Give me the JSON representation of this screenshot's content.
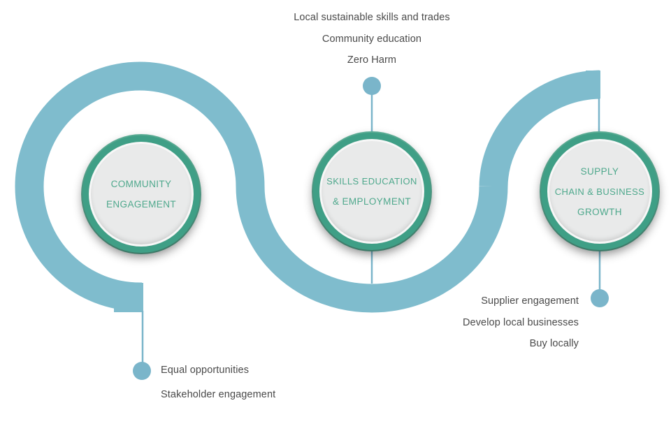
{
  "colors": {
    "ribbon": "#7fbccd",
    "connector": "#7ab5ca",
    "pillar_ring": "#3f9f86",
    "pillar_text": "#4ea88c",
    "pillar_fill": "#e9eaea",
    "bullet_text": "#4a4a4a"
  },
  "pillars": [
    {
      "id": "community",
      "lines": [
        "COMMUNITY",
        "ENGAGEMENT"
      ]
    },
    {
      "id": "skills",
      "lines": [
        "SKILLS EDUCATION",
        "& EMPLOYMENT"
      ]
    },
    {
      "id": "supply",
      "lines": [
        "SUPPLY",
        "CHAIN & BUSINESS",
        "GROWTH"
      ]
    }
  ],
  "bullets": {
    "community": [
      "Equal opportunities",
      "Stakeholder engagement"
    ],
    "skills": [
      "Local sustainable skills and trades",
      "Community education",
      "Zero Harm"
    ],
    "supply": [
      "Supplier engagement",
      "Develop local businesses",
      "Buy locally"
    ]
  }
}
